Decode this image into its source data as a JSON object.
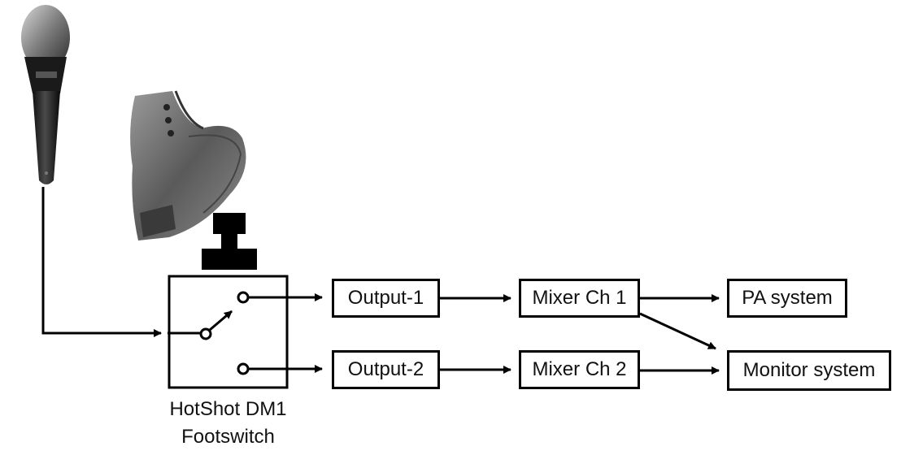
{
  "footswitch": {
    "label_line1": "HotShot DM1",
    "label_line2": "Footswitch"
  },
  "outputs": [
    "Output-1",
    "Output-2"
  ],
  "mixer": [
    "Mixer Ch 1",
    "Mixer Ch 2"
  ],
  "destinations": {
    "pa": "PA system",
    "monitor": "Monitor system"
  },
  "icons": {
    "microphone": "microphone-icon",
    "boot": "boot-icon",
    "footswitch_button": "footswitch-button-icon"
  },
  "colors": {
    "line": "#000000",
    "background": "#ffffff"
  }
}
